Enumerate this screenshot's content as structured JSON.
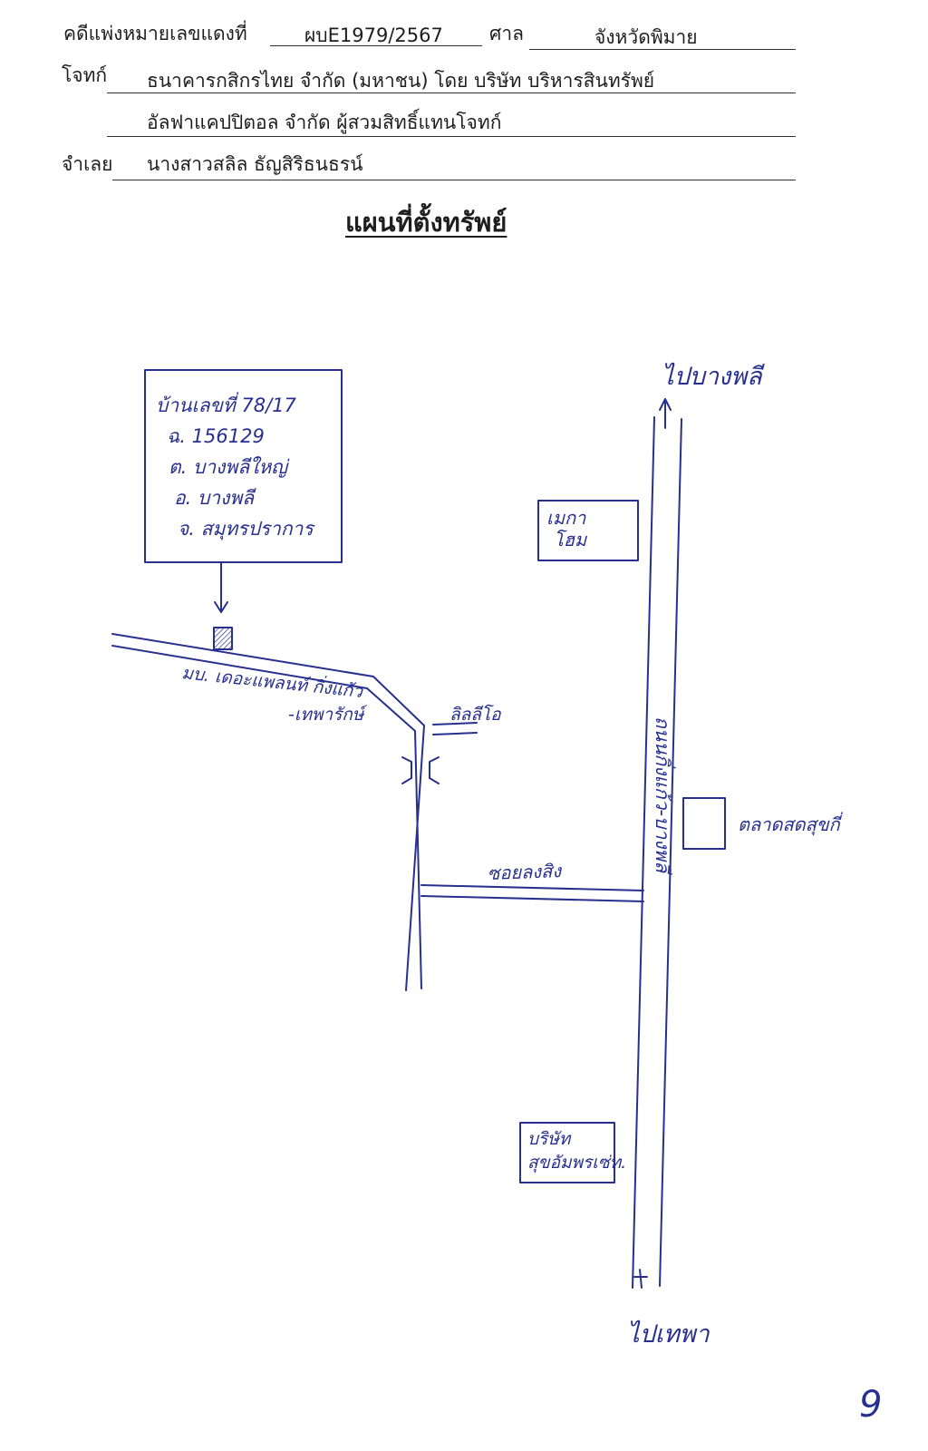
{
  "header": {
    "case_label": "คดีแพ่งหมายเลขแดงที่",
    "case_number": "ผบE1979/2567",
    "court_label": "ศาล",
    "court_name": "จังหวัดพิมาย",
    "plaintiff_label": "โจทก์",
    "plaintiff_line1": "ธนาคารกสิกรไทย จำกัด (มหาชน) โดย บริษัท บริหารสินทรัพย์",
    "plaintiff_line2": "อัลฟาแคปปิตอล จำกัด  ผู้สวมสิทธิ์แทนโจทก์",
    "defendant_label": "จำเลย",
    "defendant_name": "นางสาวสลิล ธัญสิริธนธรน์"
  },
  "title": "แผนที่ตั้งทรัพย์",
  "map": {
    "property_box_lines": [
      "บ้านเลขที่ 78/17",
      "ฉ. 156129",
      "ต. บางพลีใหญ่",
      "อ. บางพลี",
      "จ. สมุทรปราการ"
    ],
    "to_north": "ไปบางพลี",
    "to_south": "ไปเทพา",
    "village_label_1": "มบ. เดอะแพลนท์ กิ่งแก้ว",
    "village_label_2": "-เทพารักษ์",
    "shop_label": "ลิลลีโอ",
    "makro_label_1": "เมกา",
    "makro_label_2": "โฮม",
    "main_road_label": "ถนนกิ่งแก้ว-บางพลี",
    "market_label": "ตลาดสดสุขกี่",
    "soi_label": "ซอยลงสิง",
    "company_label_1": "บริษัท",
    "company_label_2": "สุขอัมพรเซ่ท.",
    "page_mark": "9"
  },
  "colors": {
    "ink": "#27308f",
    "print": "#1e1e1e"
  }
}
